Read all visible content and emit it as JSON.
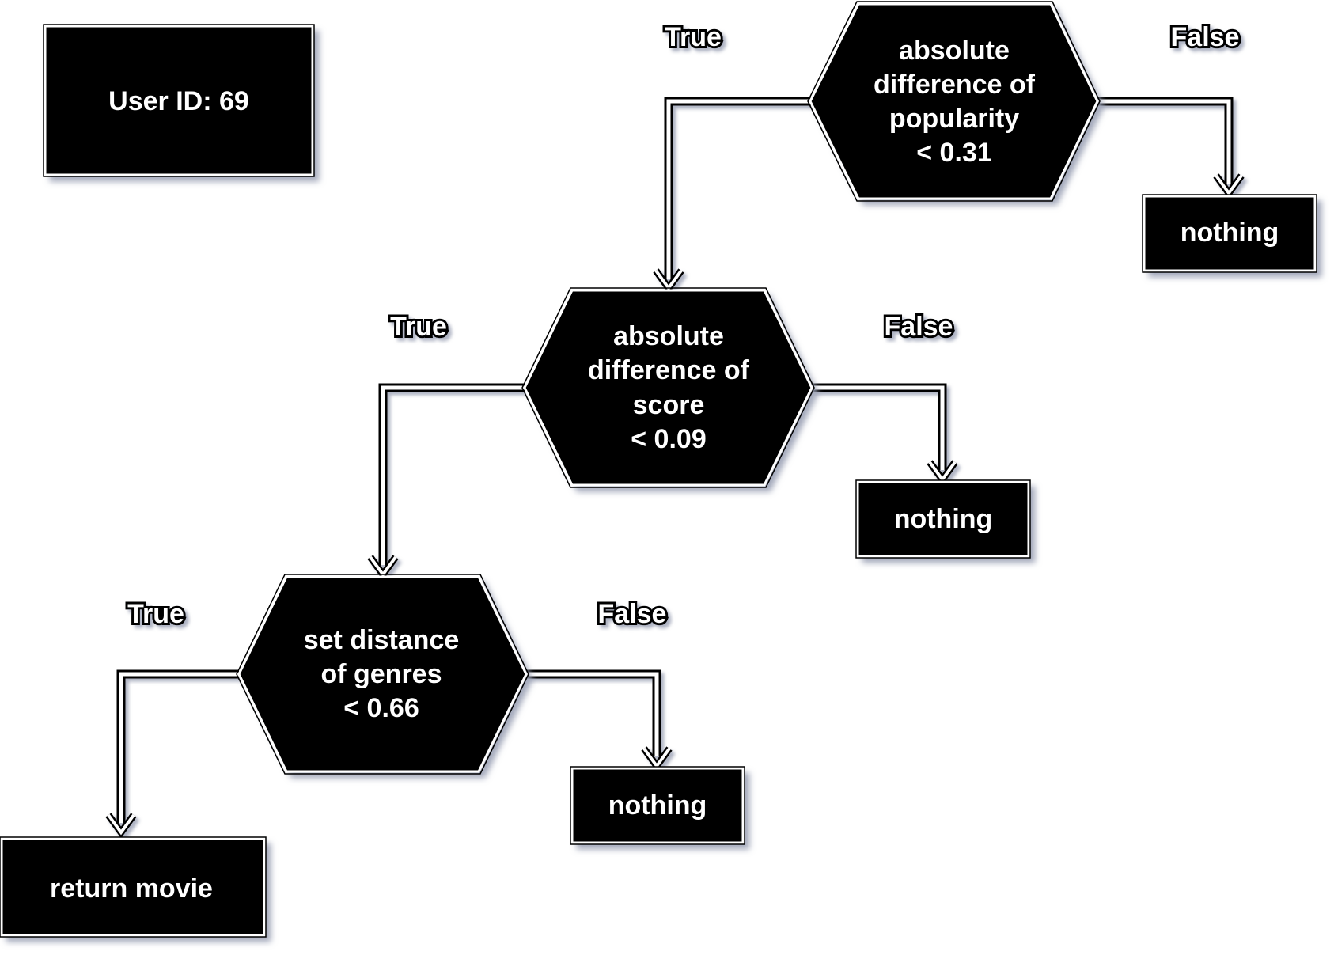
{
  "user_box": {
    "label": "User ID: 69"
  },
  "decisions": [
    {
      "lines": [
        "absolute",
        "difference of",
        "popularity",
        "< 0.31"
      ]
    },
    {
      "lines": [
        "absolute",
        "difference of",
        "score",
        "< 0.09"
      ]
    },
    {
      "lines": [
        "set distance",
        "of genres",
        "< 0.66"
      ]
    }
  ],
  "outcomes": {
    "nothing_1": "nothing",
    "nothing_2": "nothing",
    "nothing_3": "nothing",
    "return_movie": "return movie"
  },
  "edge_labels": {
    "true": "True",
    "false": "False"
  },
  "colors": {
    "node_fill": "#000000",
    "node_border": "#ffffff",
    "text": "#ffffff",
    "shadow": "#9aa0b4"
  }
}
